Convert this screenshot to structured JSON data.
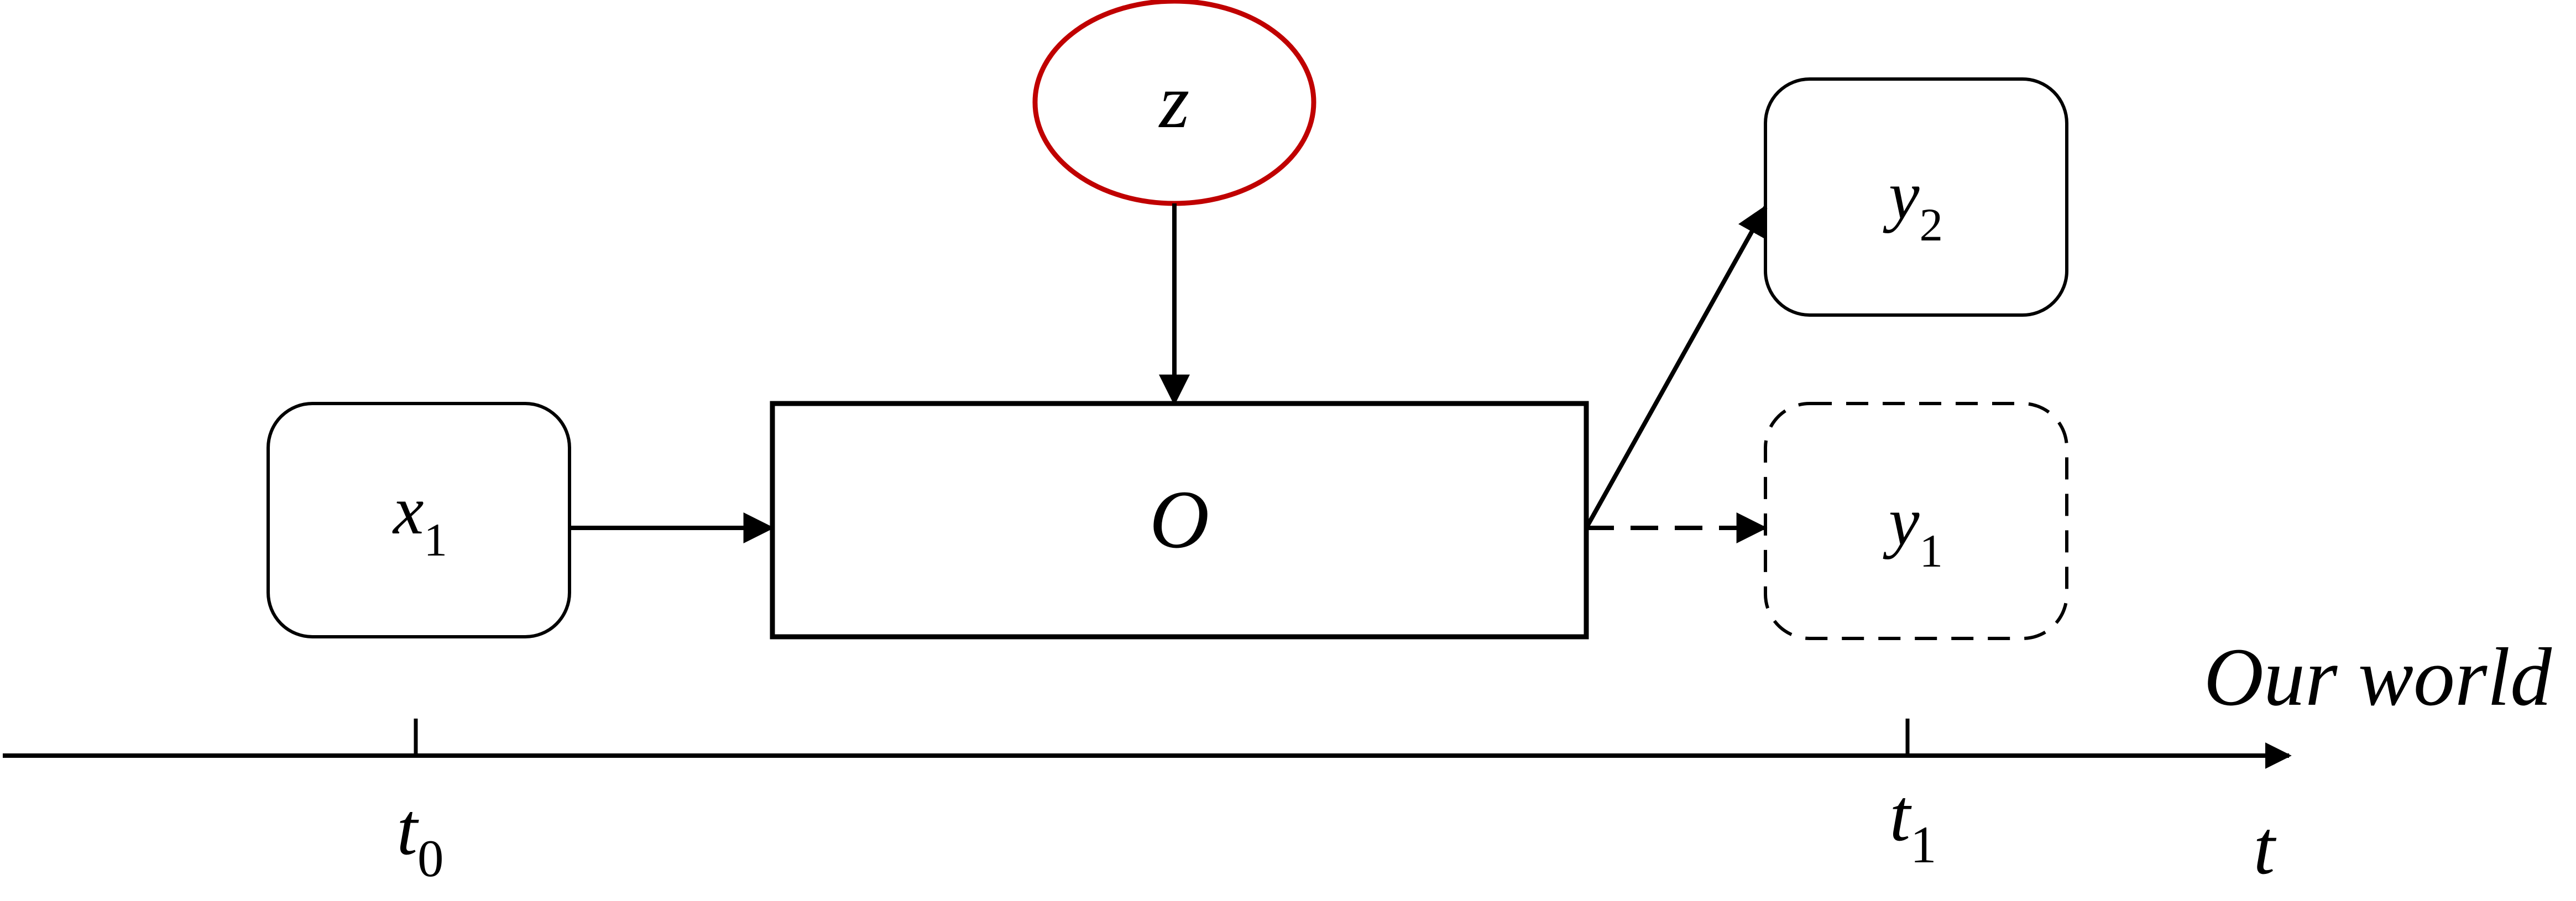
{
  "nodes": {
    "z": {
      "label": "z",
      "color": "#c00000"
    },
    "o": {
      "label": "O"
    },
    "x1": {
      "label": "x",
      "sub": "1"
    },
    "y2": {
      "label": "y",
      "sub": "2"
    },
    "y1": {
      "label": "y",
      "sub": "1",
      "style": "dashed"
    }
  },
  "edges": [
    {
      "from": "z",
      "to": "o",
      "style": "solid"
    },
    {
      "from": "x1",
      "to": "o",
      "style": "solid"
    },
    {
      "from": "o",
      "to": "y2",
      "style": "solid"
    },
    {
      "from": "o",
      "to": "y1",
      "style": "dashed"
    }
  ],
  "timeline": {
    "world_label": "Our world",
    "axis_label": "t",
    "t0": {
      "label": "t",
      "sub": "0"
    },
    "t1": {
      "label": "t",
      "sub": "1"
    }
  }
}
